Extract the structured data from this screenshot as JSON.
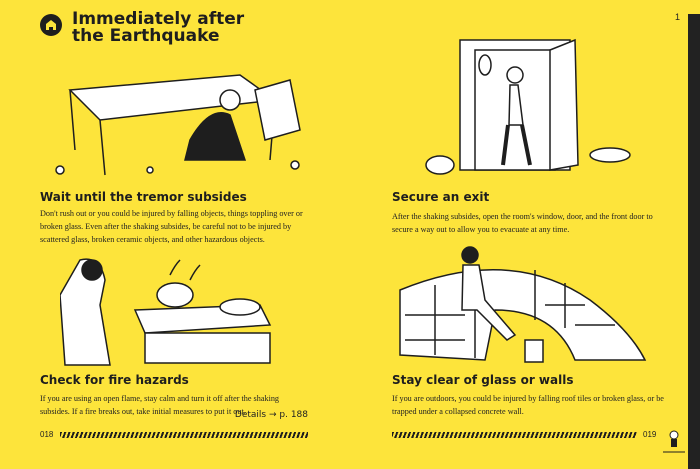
{
  "header": {
    "title": "Immediately after the Earthquake",
    "icon": "house-icon",
    "tab_number": "1"
  },
  "sections": [
    {
      "title": "Wait until the tremor subsides",
      "body": "Don't rush out or you could be injured by falling objects, things toppling over or broken glass. Even after the shaking subsides, be careful not to be injured by scattered glass, broken ceramic objects, and other hazardous objects."
    },
    {
      "title": "Secure an exit",
      "body": "After the shaking subsides, open the room's window, door, and the front door to secure a way out to allow you to evacuate at any time."
    },
    {
      "title": "Check for fire hazards",
      "body": "If you are using an open flame, stay calm and turn it off after the shaking subsides. If a fire breaks out, take initial measures to put it out.",
      "link": "Details → p. 188"
    },
    {
      "title": "Stay clear of glass or walls",
      "body": "If you are outdoors, you could be injured by falling roof tiles or broken glass, or be trapped under a collapsed concrete wall."
    }
  ],
  "footer": {
    "left_page": "018",
    "right_page": "019"
  },
  "colors": {
    "background": "#fde43b",
    "ink": "#1e1e1e"
  }
}
